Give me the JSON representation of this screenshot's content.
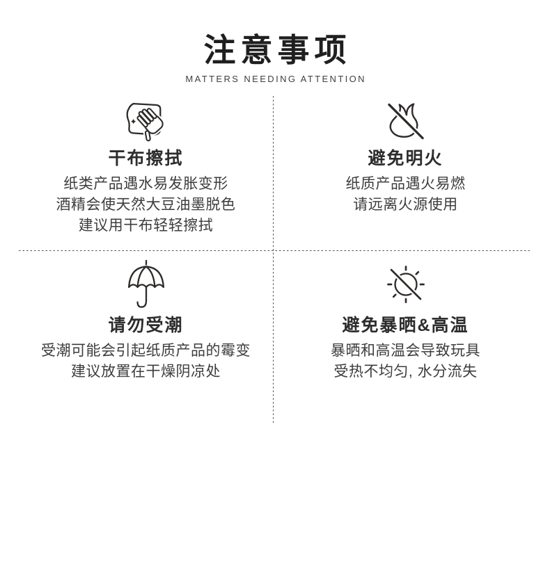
{
  "header": {
    "title": "注意事项",
    "subtitle": "MATTERS NEEDING ATTENTION"
  },
  "sections": [
    {
      "icon": "cloth-hand-wipe-icon",
      "title": "干布擦拭",
      "lines": [
        "纸类产品遇水易发胀变形",
        "酒精会使天然大豆油墨脱色",
        "建议用干布轻轻擦拭"
      ]
    },
    {
      "icon": "no-open-flame-icon",
      "title": "避免明火",
      "lines": [
        "纸质产品遇火易燃",
        "请远离火源使用"
      ]
    },
    {
      "icon": "umbrella-icon",
      "title": "请勿受潮",
      "lines": [
        "受潮可能会引起纸质产品的霉变",
        "建议放置在干燥阴凉处"
      ]
    },
    {
      "icon": "no-sun-exposure-icon",
      "title": "避免暴晒&高温",
      "lines": [
        "暴晒和高温会导致玩具",
        "受热不均匀, 水分流失"
      ]
    }
  ],
  "colors": {
    "ink": "#2e2b29",
    "title_text": "#1f1f1f",
    "heading_text": "#2d2d2d",
    "body_text": "#3d3d3d",
    "divider": "#4f4f4f",
    "background": "#ffffff"
  }
}
